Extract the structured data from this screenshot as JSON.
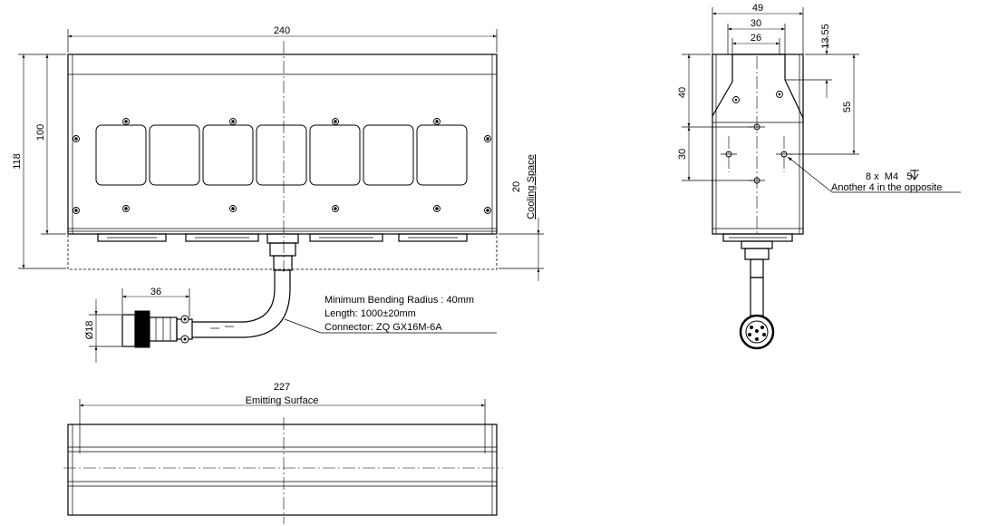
{
  "dimensions": {
    "top_width": "240",
    "height_outer": "118",
    "height_body": "100",
    "cooling_value": "20",
    "cooling_label": "Cooling Space",
    "connector_length": "36",
    "connector_diameter": "Ø18",
    "emitting_width": "227",
    "emitting_label": "Emitting Surface",
    "side_width": "49",
    "side_inner_1": "30",
    "side_inner_2": "26",
    "side_thickness": "13.55",
    "side_height_55": "55",
    "side_height_40": "40",
    "side_height_30": "30"
  },
  "notes": {
    "bending_radius": "Minimum Bending Radius : 40mm",
    "length": "Length: 1000±20mm",
    "connector": "Connector: ZQ GX16M-6A",
    "screw_spec": "8 x  M4   5",
    "screw_opposite": "Another 4 in the opposite"
  }
}
